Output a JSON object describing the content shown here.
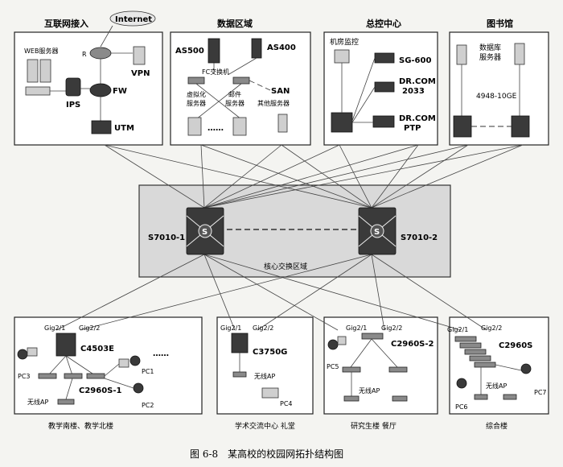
{
  "zones": {
    "internet_access": "互联网接入",
    "data_area": "数据区域",
    "monitor_center": "总控中心",
    "library": "图书馆",
    "core_area": "核心交换区域"
  },
  "internet": {
    "cloud": "Internet",
    "router": "R",
    "vpn": "VPN",
    "web_servers": "WEB服务器",
    "ips": "IPS",
    "fw": "FW",
    "utm": "UTM"
  },
  "data": {
    "as500": "AS500",
    "as400": "AS400",
    "fc_switch": "FC交换机",
    "san": "SAN",
    "virtual_servers": [
      "虚拟化",
      "服务器"
    ],
    "mail_servers": [
      "邮件",
      "服务器"
    ],
    "other_servers": "其他服务器",
    "ellipsis": "……"
  },
  "monitor": {
    "room_monitor": "机房监控",
    "sg600": "SG-600",
    "drcom2033": [
      "DR.COM",
      "2033"
    ],
    "drcomptp": [
      "DR.COM",
      "PTP"
    ]
  },
  "library_zone": {
    "db_servers": [
      "数据库",
      "服务器"
    ],
    "switch": "4948-10GE"
  },
  "core": {
    "left": "S7010-1",
    "right": "S7010-2"
  },
  "bottom": {
    "teaching": {
      "label": "教学南楼、教学北楼",
      "gig1": "Gig2/1",
      "gig2": "Gig2/2",
      "main_switch": "C4503E",
      "access_switch": "C2960S-1",
      "ellipsis": "……",
      "pc1": "PC1",
      "pc2": "PC2",
      "pc3": "PC3",
      "ap": "无线AP"
    },
    "academic": {
      "label": "学术交流中心 礼堂",
      "gig1": "Gig2/1",
      "gig2": "Gig2/2",
      "main_switch": "C3750G",
      "ap": "无线AP",
      "pc4": "PC4"
    },
    "graduate": {
      "label": "研究生楼  餐厅",
      "gig1": "Gig2/1",
      "gig2": "Gig2/2",
      "main_switch": "C2960S-2",
      "pc5": "PC5",
      "ap": "无线AP"
    },
    "complex": {
      "label": "综合楼",
      "gig1": "Gig2/1",
      "gig2": "Gig2/2",
      "main_switch": "C2960S",
      "pc6": "PC6",
      "pc7": "PC7",
      "ap": "无线AP"
    }
  },
  "caption": "图 6-8　某高校的校园网拓扑结构图"
}
